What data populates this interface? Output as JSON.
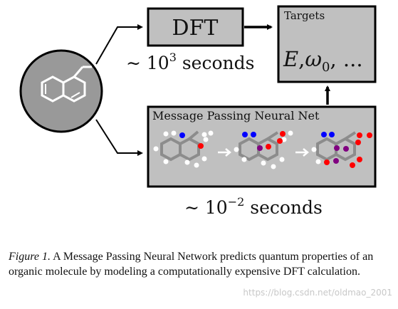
{
  "diagram": {
    "dft_label": "DFT",
    "dft_time": {
      "prefix": "∼ 10",
      "exp": "3",
      "suffix": " seconds"
    },
    "targets_title": "Targets",
    "targets_formula": {
      "e": "E",
      "omega": "ω",
      "sub": "0",
      "rest": ", ..."
    },
    "mpnn_title": "Message Passing Neural Net",
    "mpnn_time": {
      "prefix": "∼ 10",
      "exp": "−2",
      "suffix": " seconds"
    }
  },
  "caption": {
    "figure_label": "Figure 1.",
    "text": " A Message Passing Neural Network predicts quantum properties of an organic molecule by modeling a computationally expensive DFT calculation."
  },
  "watermark": "https://blog.csdn.net/oldmao_2001",
  "colors": {
    "box_fill": "#c0c0c0",
    "circle_fill": "#999999",
    "hydrogen": "#ffffff",
    "carbon_bond": "#8c8c8c",
    "blue_atom": "#0000ff",
    "red_atom": "#ff0000",
    "purple_atom": "#800080"
  }
}
